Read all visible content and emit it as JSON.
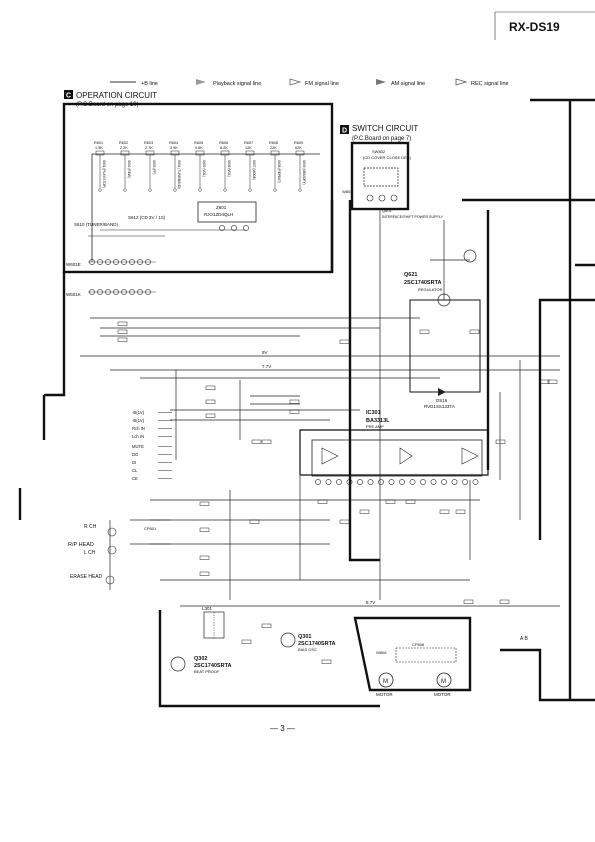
{
  "model": "RX-DS19",
  "page_number": "— 3 —",
  "legend": [
    {
      "label": "+B line"
    },
    {
      "label": "Playback signal line"
    },
    {
      "label": "FM signal line"
    },
    {
      "label": "AM signal line"
    },
    {
      "label": "REC signal line"
    }
  ],
  "operation_circuit": {
    "letter": "C",
    "title": "OPERATION CIRCUIT",
    "subtitle": "(P.C.Board on page 10)",
    "resistors": [
      {
        "ref": "R601",
        "val": "1.5K"
      },
      {
        "ref": "R602",
        "val": "2.2K"
      },
      {
        "ref": "R603",
        "val": "2.7K"
      },
      {
        "ref": "R604",
        "val": "3.9K"
      },
      {
        "ref": "R605",
        "val": "5.6K"
      },
      {
        "ref": "R606",
        "val": "8.2K"
      },
      {
        "ref": "R607",
        "val": "12K"
      },
      {
        "ref": "R608",
        "val": "22K"
      },
      {
        "ref": "R609",
        "val": "62K"
      }
    ],
    "switches": [
      "S601 (PLAY/STOP)",
      "S602 (REW)",
      "S603 (FF)",
      "S604 (TUNE/BAND)",
      "S605 (VOL)",
      "S606 (VOL)",
      "S607 (MODE)",
      "S608 (REPEAT)",
      "S609 (MEMORY)"
    ],
    "ic_ref": "Z601",
    "ic_name": "RJO1ZD4QLH",
    "s610": "S610 (TUNER/BAND)",
    "s612": "S612 (CD 3V / 1S)",
    "connectors": [
      "W601E",
      "W601K"
    ]
  },
  "switch_circuit": {
    "letter": "D",
    "title": "SWITCH CIRCUIT",
    "subtitle": "(P.C.Board on page 7)",
    "sw_ref": "SW802",
    "sw_name": "(CD COVER CLOSE DET.)",
    "connector": "W802",
    "transistor": "Q801",
    "transistor_desc": "INTERFACE/SHIFT POWER SUPPLY"
  },
  "components": {
    "q621": "Q621",
    "q621_part": "2SC1740SRTA",
    "q621_desc": "REGULATOR",
    "ic301": "IC301",
    "ic301_part": "BA3313L",
    "ic301_desc": "PRE AMP",
    "q301": "Q301",
    "q301_part": "2SC1740SRTA",
    "q301_desc": "BIAS OSC",
    "q302": "Q302",
    "q302_part": "2SC1740SRTA",
    "q302_desc": "BEAT PROOF",
    "rp_head": "R/P HEAD",
    "erase_head": "ERASE HEAD",
    "motor1": "MOTOR",
    "motor2": "MOTOR",
    "ds16": "DS16",
    "ds16_part": "RVD1SS133TA",
    "cp801": "CP801",
    "cp806": "CP806",
    "w806": "W806",
    "l301": "L301",
    "line_9v": "9V",
    "line_77v": "7.7V",
    "line_87v": "8.7V",
    "r_ch": "R CH",
    "l_ch": "L CH",
    "ab": "A  B"
  },
  "left_labels": [
    "-B(1V)",
    "-B(1V)",
    "Rch IN",
    "Lch IN",
    "MUTE",
    "DO",
    "DI",
    "CL",
    "CE"
  ]
}
